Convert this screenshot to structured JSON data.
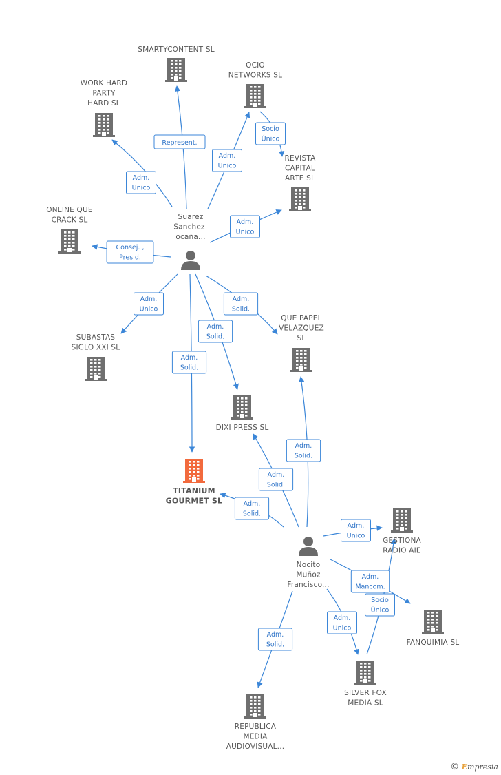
{
  "nodes": [
    {
      "id": "smartycontent",
      "type": "company",
      "lines": [
        "SMARTYCONTENT SL"
      ]
    },
    {
      "id": "ocio",
      "type": "company",
      "lines": [
        "OCIO",
        "NETWORKS  SL"
      ]
    },
    {
      "id": "workhard",
      "type": "company",
      "lines": [
        "WORK HARD",
        "PARTY",
        "HARD  SL"
      ]
    },
    {
      "id": "revista",
      "type": "company",
      "lines": [
        "REVISTA",
        "CAPITAL",
        "ARTE  SL"
      ]
    },
    {
      "id": "online",
      "type": "company",
      "lines": [
        "ONLINE QUE",
        "CRACK  SL"
      ]
    },
    {
      "id": "suarez",
      "type": "person",
      "lines": [
        "Suarez",
        "Sanchez-",
        "ocaña..."
      ]
    },
    {
      "id": "subastas",
      "type": "company",
      "lines": [
        "SUBASTAS",
        "SIGLO XXI  SL"
      ]
    },
    {
      "id": "quepapel",
      "type": "company",
      "lines": [
        "QUE PAPEL",
        "VELAZQUEZ",
        "SL"
      ]
    },
    {
      "id": "dixi",
      "type": "company",
      "lines": [
        "DIXI PRESS SL"
      ]
    },
    {
      "id": "titanium",
      "type": "company",
      "focus": true,
      "lines": [
        "TITANIUM",
        "GOURMET SL"
      ]
    },
    {
      "id": "gestiona",
      "type": "company",
      "lines": [
        "GESTIONA",
        "RADIO AIE"
      ]
    },
    {
      "id": "nocito",
      "type": "person",
      "lines": [
        "Nocito",
        "Muñoz",
        "Francisco..."
      ]
    },
    {
      "id": "fanquimia",
      "type": "company",
      "lines": [
        "FANQUIMIA SL"
      ]
    },
    {
      "id": "silverfox",
      "type": "company",
      "lines": [
        "SILVER FOX",
        "MEDIA SL"
      ]
    },
    {
      "id": "republica",
      "type": "company",
      "lines": [
        "REPUBLICA",
        "MEDIA",
        "AUDIOVISUAL..."
      ]
    }
  ],
  "edges": [
    {
      "from": "suarez",
      "to": "smartycontent",
      "label": [
        "Represent."
      ]
    },
    {
      "from": "suarez",
      "to": "ocio",
      "label": [
        "Adm.",
        "Unico"
      ]
    },
    {
      "from": "ocio",
      "to": "revista",
      "label": [
        "Socio",
        "Único"
      ]
    },
    {
      "from": "suarez",
      "to": "workhard",
      "label": [
        "Adm.",
        "Unico"
      ]
    },
    {
      "from": "suarez",
      "to": "revista",
      "label": [
        "Adm.",
        "Unico"
      ]
    },
    {
      "from": "suarez",
      "to": "online",
      "label": [
        "Consej. ,",
        "Presid."
      ]
    },
    {
      "from": "suarez",
      "to": "subastas",
      "label": [
        "Adm.",
        "Unico"
      ]
    },
    {
      "from": "suarez",
      "to": "quepapel",
      "label": [
        "Adm.",
        "Solid."
      ]
    },
    {
      "from": "suarez",
      "to": "dixi",
      "label": [
        "Adm.",
        "Solid."
      ]
    },
    {
      "from": "suarez",
      "to": "titanium",
      "label": [
        "Adm.",
        "Solid."
      ]
    },
    {
      "from": "nocito",
      "to": "quepapel",
      "label": [
        "Adm.",
        "Solid."
      ]
    },
    {
      "from": "nocito",
      "to": "dixi",
      "label": [
        "Adm.",
        "Solid."
      ]
    },
    {
      "from": "nocito",
      "to": "titanium",
      "label": [
        "Adm.",
        "Solid."
      ]
    },
    {
      "from": "nocito",
      "to": "gestiona",
      "label": [
        "Adm.",
        "Unico"
      ]
    },
    {
      "from": "nocito",
      "to": "fanquimia",
      "label": [
        "Adm.",
        "Mancom."
      ]
    },
    {
      "from": "silverfox",
      "to": "gestiona",
      "label": [
        "Socio",
        "Único"
      ]
    },
    {
      "from": "nocito",
      "to": "silverfox",
      "label": [
        "Adm.",
        "Unico"
      ]
    },
    {
      "from": "nocito",
      "to": "republica",
      "label": [
        "Adm.",
        "Solid."
      ]
    }
  ],
  "footer": {
    "copyright": "©",
    "brand_initial": "E",
    "brand_rest": "mpresia"
  }
}
